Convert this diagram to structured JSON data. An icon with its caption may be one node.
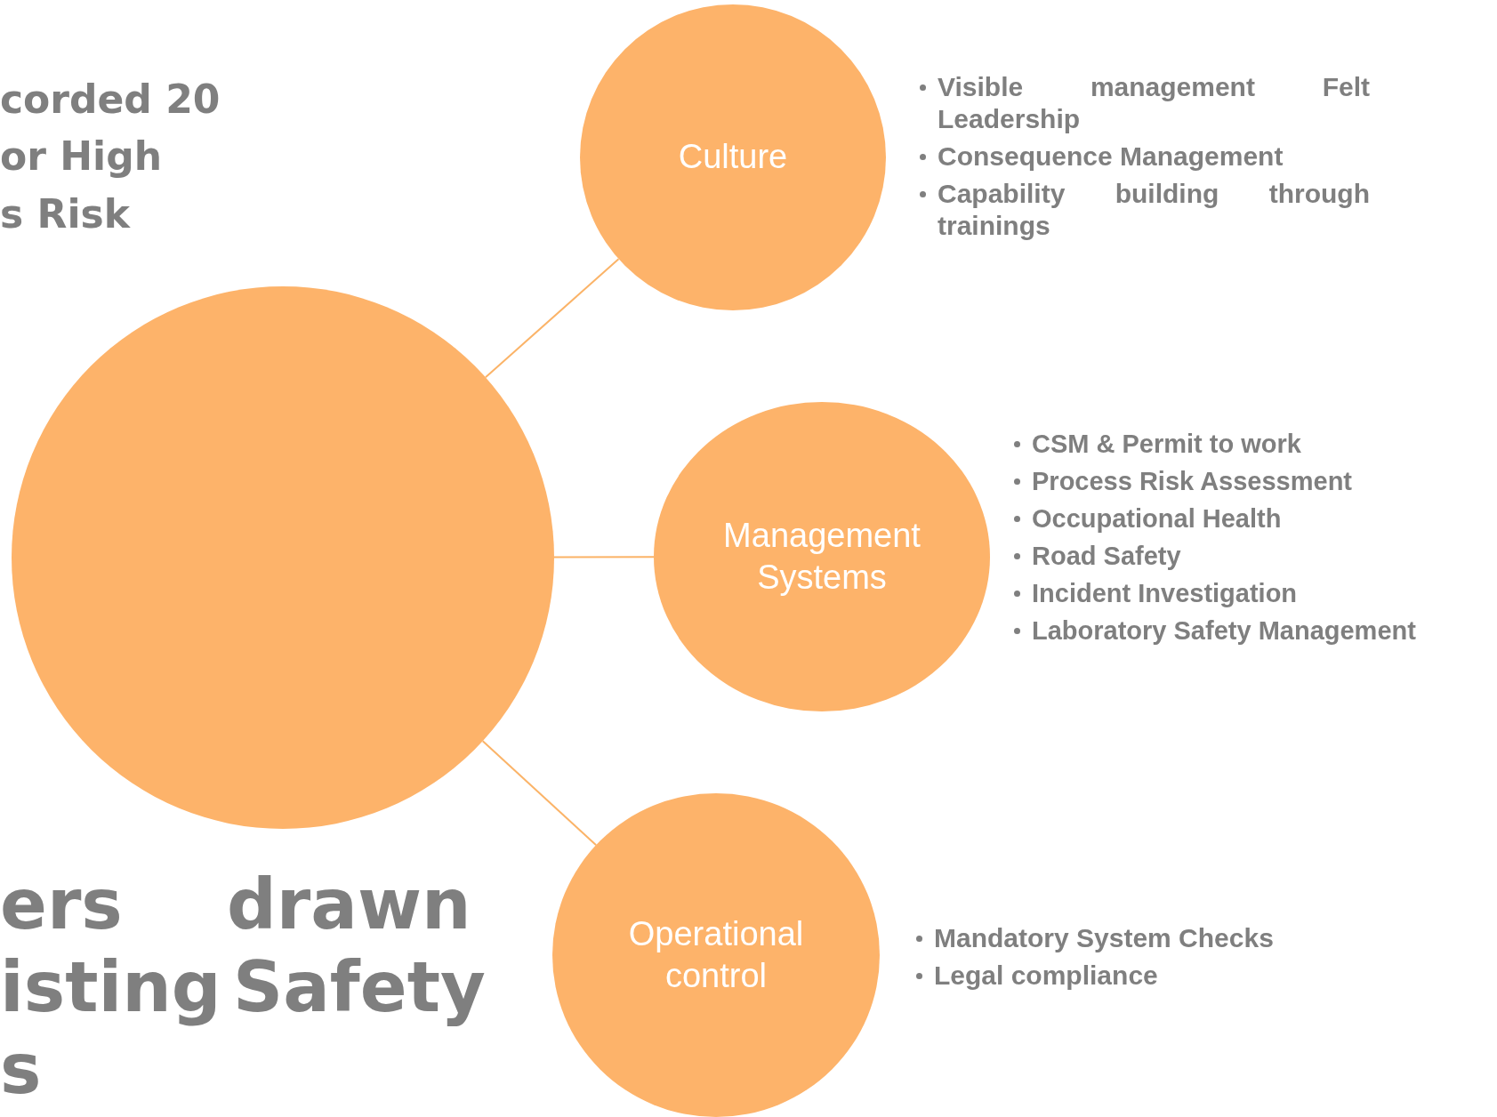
{
  "diagram": {
    "nodes": [
      {
        "text": [],
        "shape": "circle"
      },
      {
        "text": [
          "Culture"
        ],
        "beside": [
          "Visible management Felt Leadership",
          "Consequence Management",
          "Capability building through trainings"
        ]
      },
      {
        "text": [
          "Management Systems"
        ],
        "beside": [
          "CSM & Permit to work",
          "Process Risk Assessment",
          "Occupational Health",
          "Road Safety",
          "Incident Investigation",
          "Laboratory Safety Management"
        ]
      },
      {
        "text": [
          "Operational control"
        ],
        "beside": [
          "Mandatory System Checks",
          "Legal compliance"
        ]
      }
    ],
    "edges": [
      {
        "from": 0,
        "to": 1,
        "arrow": "none"
      },
      {
        "from": 0,
        "to": 2,
        "arrow": "none"
      },
      {
        "from": 0,
        "to": 3,
        "arrow": "none"
      }
    ],
    "labels": [
      "corded 20",
      "or High",
      "s Risk",
      "ers",
      "drawn",
      "isting",
      "Safety",
      "s"
    ]
  }
}
